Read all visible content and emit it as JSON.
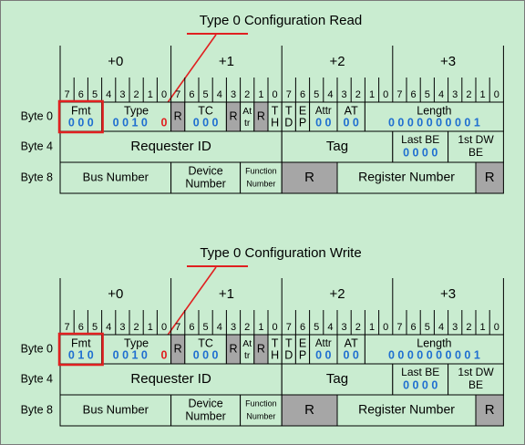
{
  "colors": {
    "background": "#c9ecd0",
    "field": "#c9ecd0",
    "reserved": "#a6a6a6",
    "border": "#000000",
    "value_blue": "#1f6fd0",
    "highlight_red": "#e02020",
    "text": "#000000",
    "frame": "#7a7a7a"
  },
  "byte_headers": [
    "+0",
    "+1",
    "+2",
    "+3"
  ],
  "bit_labels": [
    "7",
    "6",
    "5",
    "4",
    "3",
    "2",
    "1",
    "0",
    "7",
    "6",
    "5",
    "4",
    "3",
    "2",
    "1",
    "0",
    "7",
    "6",
    "5",
    "4",
    "3",
    "2",
    "1",
    "0",
    "7",
    "6",
    "5",
    "4",
    "3",
    "2",
    "1",
    "0"
  ],
  "row_labels": [
    "Byte 0",
    "Byte 4",
    "Byte 8"
  ],
  "sections": [
    {
      "title": "Type 0 Configuration Read",
      "fields": {
        "fmt_label": "Fmt",
        "fmt_value": "0 0 0",
        "type_label": "Type",
        "type_value_blue": "0 0 1 0",
        "type_value_red": "0",
        "r1": "R",
        "tc_label": "TC",
        "tc_value": "0 0 0",
        "r2": "R",
        "attr_short": [
          "At",
          "tr"
        ],
        "r3": "R",
        "th": [
          "T",
          "H"
        ],
        "td": [
          "T",
          "D"
        ],
        "ep": [
          "E",
          "P"
        ],
        "attr_label": "Attr",
        "attr_value": "0 0",
        "at_label": "AT",
        "at_value": "0 0",
        "length_label": "Length",
        "length_value": "0 0 0 0 0 0 0 0 0 1",
        "requester_id": "Requester ID",
        "tag": "Tag",
        "last_be_label": "Last BE",
        "last_be_value": "0 0 0 0",
        "first_dw_be": [
          "1st DW",
          "BE"
        ],
        "bus_number": "Bus Number",
        "device_number": [
          "Device",
          "Number"
        ],
        "function_number": [
          "Function",
          "Number"
        ],
        "r4": "R",
        "register_number": "Register Number",
        "r5": "R"
      }
    },
    {
      "title": "Type 0 Configuration Write",
      "fields": {
        "fmt_label": "Fmt",
        "fmt_value": "0 1 0",
        "type_label": "Type",
        "type_value_blue": "0 0 1 0",
        "type_value_red": "0",
        "r1": "R",
        "tc_label": "TC",
        "tc_value": "0 0 0",
        "r2": "R",
        "attr_short": [
          "At",
          "tr"
        ],
        "r3": "R",
        "th": [
          "T",
          "H"
        ],
        "td": [
          "T",
          "D"
        ],
        "ep": [
          "E",
          "P"
        ],
        "attr_label": "Attr",
        "attr_value": "0 0",
        "at_label": "AT",
        "at_value": "0 0",
        "length_label": "Length",
        "length_value": "0 0 0 0 0 0 0 0 0 1",
        "requester_id": "Requester ID",
        "tag": "Tag",
        "last_be_label": "Last BE",
        "last_be_value": "0 0 0 0",
        "first_dw_be": [
          "1st DW",
          "BE"
        ],
        "bus_number": "Bus Number",
        "device_number": [
          "Device",
          "Number"
        ],
        "function_number": [
          "Function",
          "Number"
        ],
        "r4": "R",
        "register_number": "Register Number",
        "r5": "R"
      }
    }
  ]
}
